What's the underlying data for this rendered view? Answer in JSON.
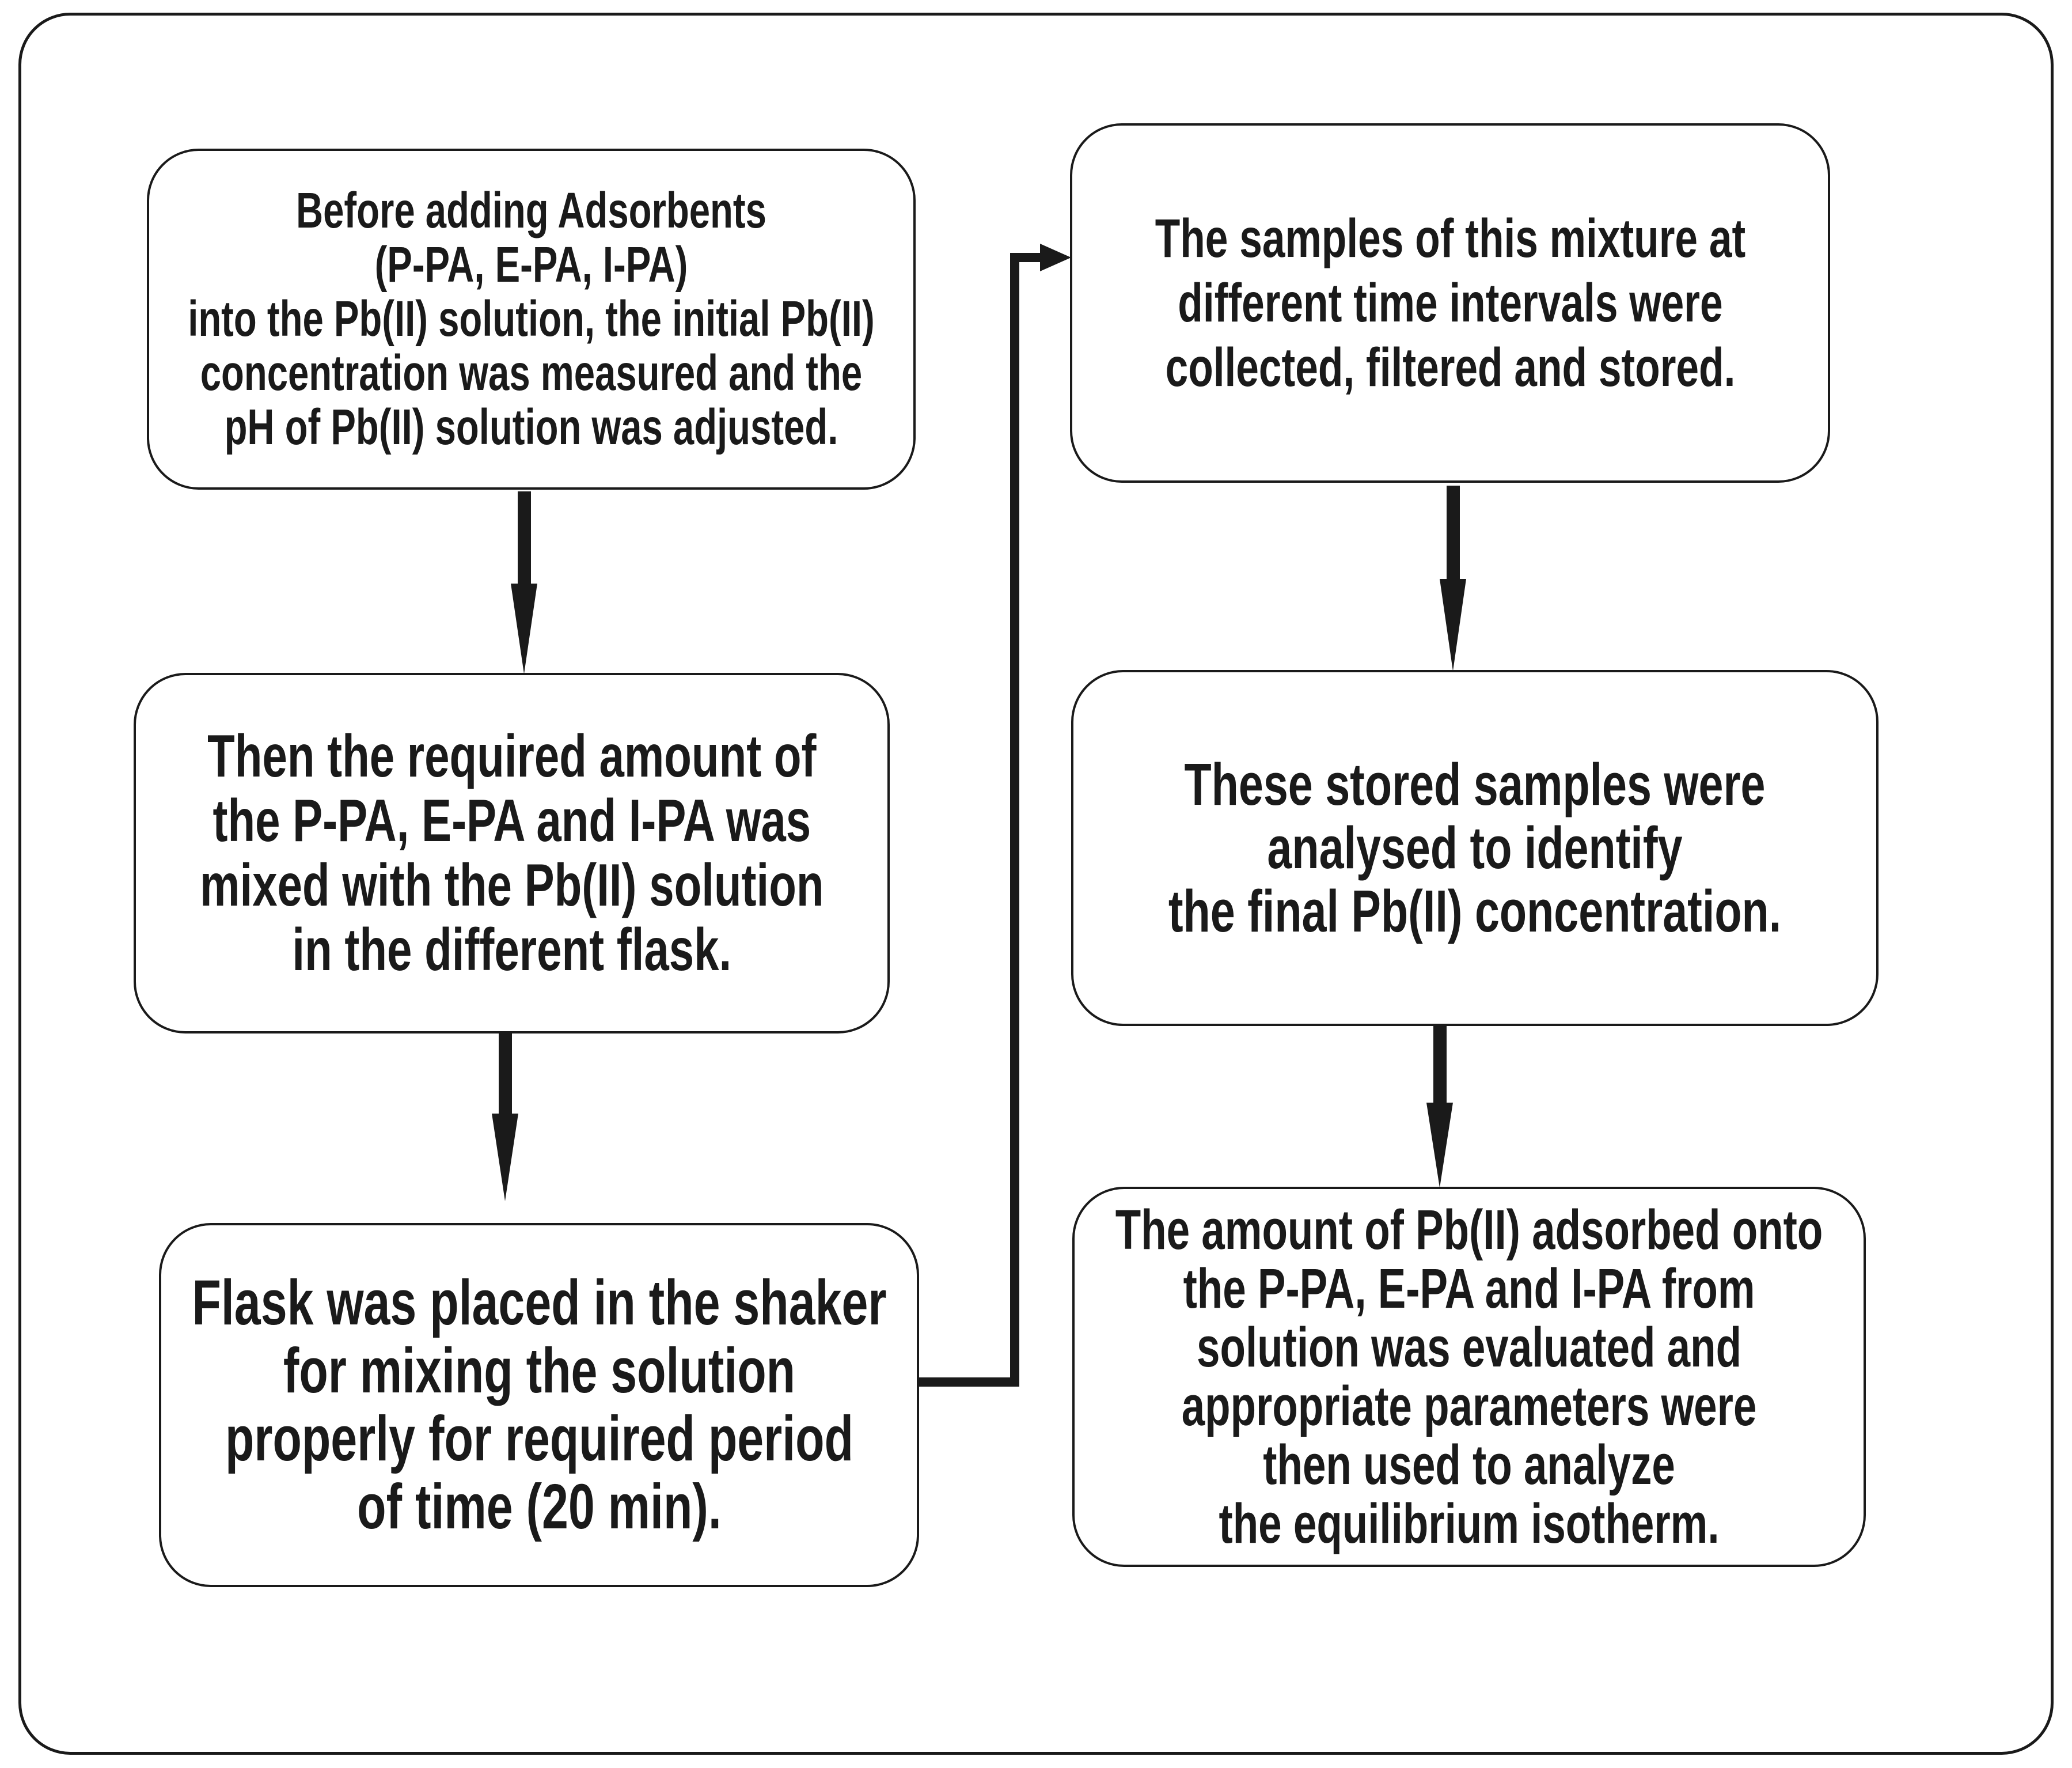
{
  "flowchart": {
    "steps": [
      {
        "id": "step-1",
        "column": "left",
        "text": "Before adding Adsorbents\n(P-PA, E-PA, I-PA)\ninto the Pb(II) solution, the initial Pb(II)\nconcentration was measured and the\npH  of Pb(II) solution was adjusted."
      },
      {
        "id": "step-2",
        "column": "left",
        "text": "Then the required amount of\nthe P-PA, E-PA and I-PA was\nmixed with the Pb(II) solution\nin the different flask."
      },
      {
        "id": "step-3",
        "column": "left",
        "text": "Flask was placed in the shaker\nfor mixing the solution\nproperly for required period\nof time (20 min)."
      },
      {
        "id": "step-4",
        "column": "right",
        "text": "The samples of this mixture at\ndifferent time intervals were\ncollected, filtered and stored."
      },
      {
        "id": "step-5",
        "column": "right",
        "text": "These stored samples were\nanalysed to identify\nthe final Pb(II) concentration."
      },
      {
        "id": "step-6",
        "column": "right",
        "text": "The amount of Pb(II) adsorbed onto\nthe P-PA, E-PA and I-PA from\nsolution was evaluated and\nappropriate parameters were\nthen used to analyze\nthe equilibrium isotherm."
      }
    ],
    "connections": [
      {
        "from": "step-1",
        "to": "step-2",
        "type": "arrow-down"
      },
      {
        "from": "step-2",
        "to": "step-3",
        "type": "arrow-down"
      },
      {
        "from": "step-3",
        "to": "step-4",
        "type": "elbow-arrow-right-up"
      },
      {
        "from": "step-4",
        "to": "step-5",
        "type": "arrow-down"
      },
      {
        "from": "step-5",
        "to": "step-6",
        "type": "arrow-down"
      }
    ],
    "colors": {
      "background": "#ffffff",
      "box_fill": "#ffffff",
      "box_border": "#1a1a1a",
      "text": "#1a1a1a",
      "arrow": "#1a1a1a"
    }
  }
}
